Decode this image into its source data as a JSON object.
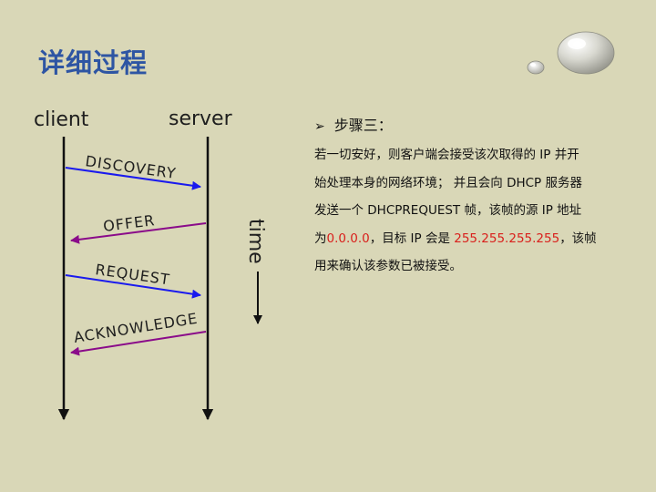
{
  "title": "详细过程",
  "diagram": {
    "client_label": "client",
    "server_label": "server",
    "time_label": "time",
    "messages": {
      "discovery": "DISCOVERY",
      "offer": "OFFER",
      "request": "REQUEST",
      "acknowledge": "ACKNOWLEDGE"
    },
    "colors": {
      "to_server": "#1a1aee",
      "to_client": "#8a0b8a"
    }
  },
  "step": {
    "heading": "步骤三：",
    "line1": "若一切安好，则客户端会接受该次取得的 IP 并开",
    "line2": "始处理本身的网络环境； 并且会向 DHCP 服务器",
    "line3": "发送一个 DHCPREQUEST 帧，该帧的源 IP 地址",
    "line4_prefix": "为",
    "line4_src_ip": "0.0.0.0",
    "line4_mid": "，目标 IP 会是 ",
    "line4_dst_ip": "255.255.255.255",
    "line4_suffix": "，该帧",
    "line5": "用来确认该参数已被接受。"
  }
}
